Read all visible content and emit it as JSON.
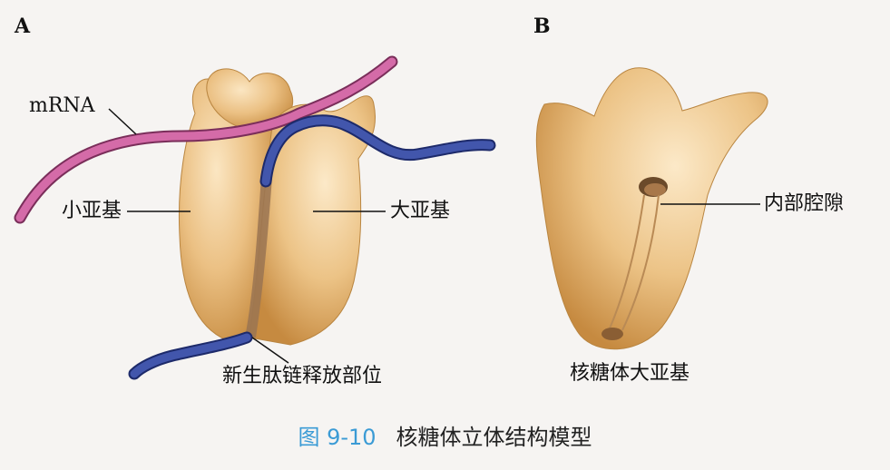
{
  "panels": [
    {
      "letter": "A"
    },
    {
      "letter": "B"
    }
  ],
  "labels": {
    "mrna": "mRNA",
    "small_subunit": "小亚基",
    "large_subunit": "大亚基",
    "release_site": "新生肽链释放部位",
    "inner_cavity": "内部腔隙",
    "large_subunit_b": "核糖体大亚基"
  },
  "caption": {
    "number": "图 9-10",
    "title": "核糖体立体结构模型"
  },
  "colors": {
    "ribosome": "#e9bd7e",
    "mrna": "#c9609e",
    "peptide": "#3b4fa0",
    "caption_number": "#3b9bd5"
  }
}
